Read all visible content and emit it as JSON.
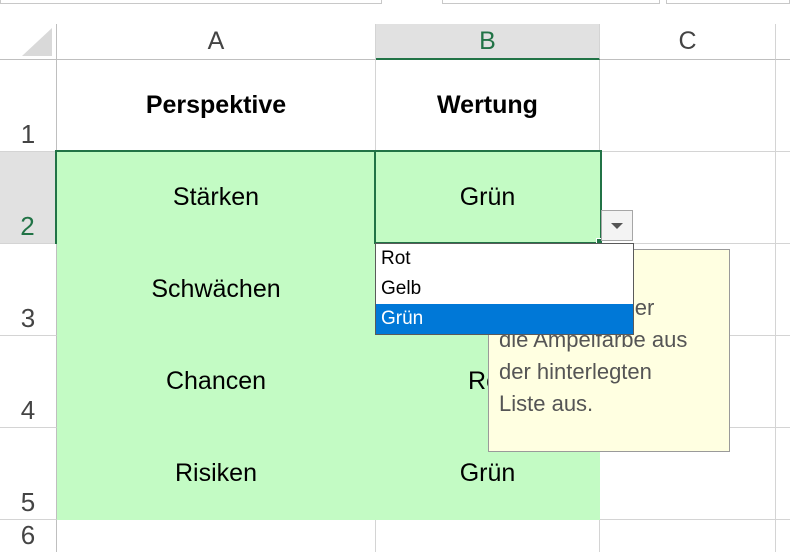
{
  "columns": [
    "A",
    "B",
    "C"
  ],
  "rows": [
    "1",
    "2",
    "3",
    "4",
    "5",
    "6"
  ],
  "headers": {
    "perspektive": "Perspektive",
    "wertung": "Wertung"
  },
  "cells": {
    "A2": "Stärken",
    "B2": "Grün",
    "A3": "Schwächen",
    "A4": "Chancen",
    "B4": "Rot",
    "A5": "Risiken",
    "B5": "Grün"
  },
  "dropdown": {
    "options": [
      "Rot",
      "Gelb",
      "Grün"
    ],
    "selected": "Grün"
  },
  "tooltip": {
    "lines": [
      "Wählen Sie hier",
      "die Ampelfarbe aus",
      "der hinterlegten",
      "Liste aus."
    ]
  },
  "colors": {
    "cell_fill": "#c3fbc4",
    "selection": "#217346",
    "tooltip_bg": "#ffffe1",
    "list_highlight": "#0078d7"
  }
}
